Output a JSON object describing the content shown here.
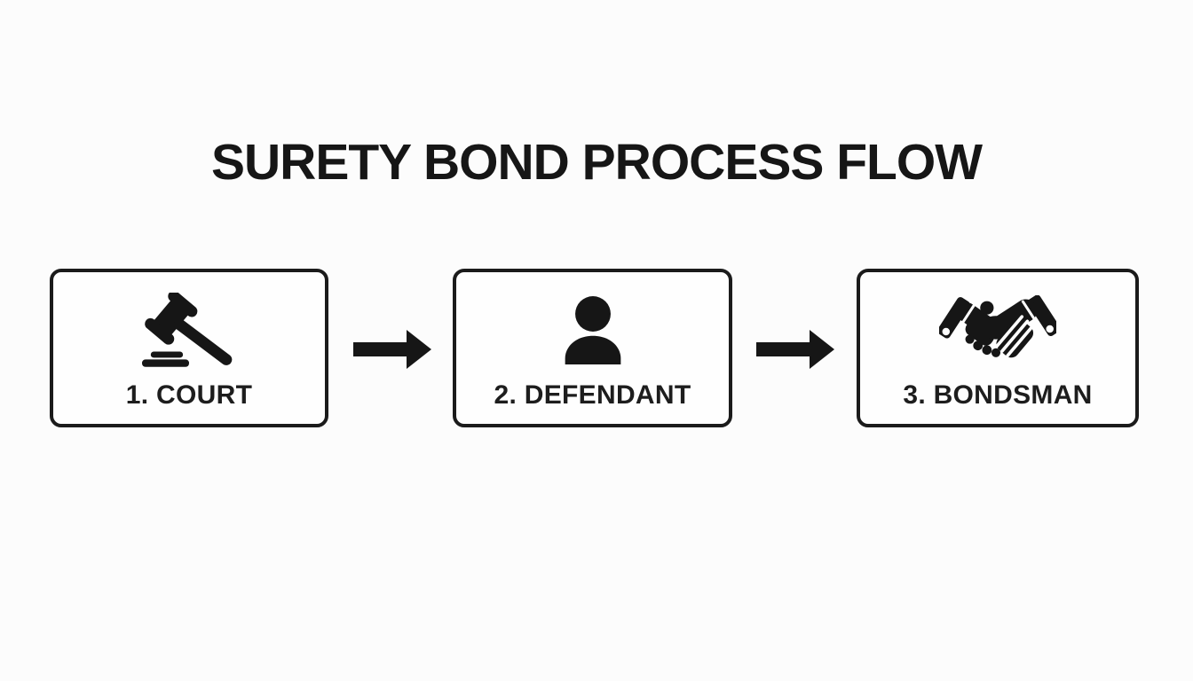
{
  "title": "SURETY BOND PROCESS FLOW",
  "diagram": {
    "steps": [
      {
        "label": "1. COURT",
        "icon": "gavel-icon"
      },
      {
        "label": "2. DEFENDANT",
        "icon": "person-icon"
      },
      {
        "label": "3. BONDSMAN",
        "icon": "handshake-icon"
      }
    ],
    "connectors": [
      {
        "icon": "arrow-right-icon"
      },
      {
        "icon": "arrow-right-icon"
      }
    ]
  },
  "colors": {
    "ink": "#161616",
    "box_border": "#1b1b1b",
    "background": "#fcfcfc"
  }
}
